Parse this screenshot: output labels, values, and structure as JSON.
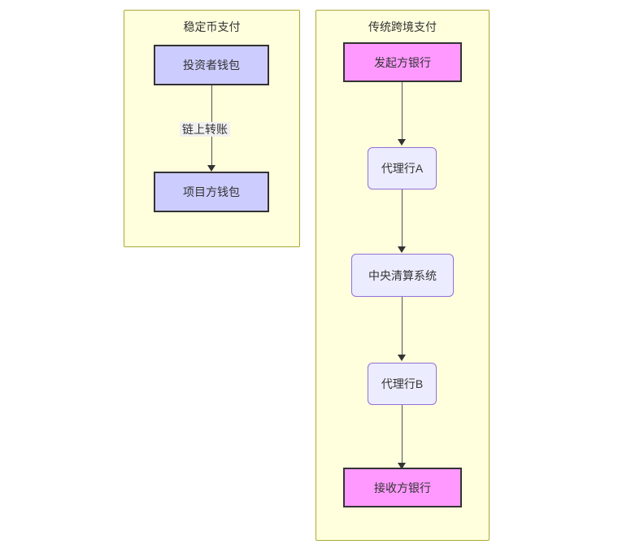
{
  "diagram": {
    "type": "flowchart",
    "direction": "top-down",
    "background_color": "#ffffff",
    "subgraphs": [
      {
        "id": "stablecoin",
        "title": "稳定币支付",
        "fill_color": "#ffffde",
        "border_color": "#aaaa33",
        "nodes": [
          {
            "id": "investor-wallet",
            "label": "投资者钱包",
            "shape": "rectangle",
            "fill_color": "#ccccff",
            "border_color": "#333333"
          },
          {
            "id": "project-wallet",
            "label": "项目方钱包",
            "shape": "rectangle",
            "fill_color": "#ccccff",
            "border_color": "#333333"
          }
        ],
        "edges": [
          {
            "from": "investor-wallet",
            "to": "project-wallet",
            "label": "链上转账",
            "label_bg": "#f0f0f0"
          }
        ]
      },
      {
        "id": "traditional",
        "title": "传统跨境支付",
        "fill_color": "#ffffde",
        "border_color": "#aaaa33",
        "nodes": [
          {
            "id": "originating-bank",
            "label": "发起方银行",
            "shape": "rectangle",
            "fill_color": "#ff99ff",
            "border_color": "#333333"
          },
          {
            "id": "correspondent-bank-a",
            "label": "代理行A",
            "shape": "rounded",
            "fill_color": "#ececff",
            "border_color": "#9370db"
          },
          {
            "id": "central-clearing",
            "label": "中央清算系统",
            "shape": "rounded",
            "fill_color": "#ececff",
            "border_color": "#9370db"
          },
          {
            "id": "correspondent-bank-b",
            "label": "代理行B",
            "shape": "rounded",
            "fill_color": "#ececff",
            "border_color": "#9370db"
          },
          {
            "id": "receiving-bank",
            "label": "接收方银行",
            "shape": "rectangle",
            "fill_color": "#ff99ff",
            "border_color": "#333333"
          }
        ],
        "edges": [
          {
            "from": "originating-bank",
            "to": "correspondent-bank-a",
            "label": ""
          },
          {
            "from": "correspondent-bank-a",
            "to": "central-clearing",
            "label": ""
          },
          {
            "from": "central-clearing",
            "to": "correspondent-bank-b",
            "label": ""
          },
          {
            "from": "correspondent-bank-b",
            "to": "receiving-bank",
            "label": ""
          }
        ]
      }
    ]
  }
}
